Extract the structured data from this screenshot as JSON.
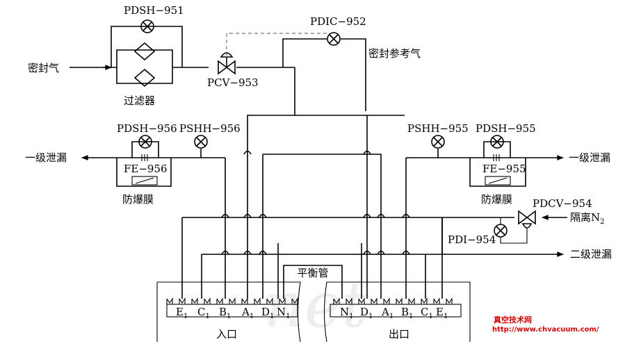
{
  "labels": {
    "pdsh951": "PDSH−951",
    "pdic952": "PDIC−952",
    "pcv953": "PCV−953",
    "seal_gas": "密封气",
    "filter": "过滤器",
    "seal_ref_gas": "密封参考气",
    "pdsh956": "PDSH−956",
    "pshh956": "PSHH−956",
    "pshh955": "PSHH−955",
    "pdsh955": "PDSH−955",
    "fe956": "FE−956",
    "fe955": "FE−955",
    "burst_left": "防爆膜",
    "burst_right": "防爆膜",
    "primary_leak_left": "一级泄漏",
    "primary_leak_right": "一级泄漏",
    "pdcv954": "PDCV−954",
    "isolation_n2": "隔离N",
    "isolation_n2_sub": "2",
    "pdi954": "PDI−954",
    "secondary_leak": "二级泄漏",
    "balance_pipe": "平衡管",
    "inlet": "入口",
    "outlet": "出口"
  },
  "ports_inlet": [
    {
      "main": "E",
      "sub": "1"
    },
    {
      "main": "C",
      "sub": "1"
    },
    {
      "main": "B",
      "sub": "1"
    },
    {
      "main": "A",
      "sub": "1"
    },
    {
      "main": "D",
      "sub": "1"
    },
    {
      "main": "N",
      "sub": "1"
    }
  ],
  "ports_outlet": [
    {
      "main": "N",
      "sub": "1"
    },
    {
      "main": "D",
      "sub": "1"
    },
    {
      "main": "A",
      "sub": "1"
    },
    {
      "main": "B",
      "sub": "1"
    },
    {
      "main": "C",
      "sub": "1"
    },
    {
      "main": "E",
      "sub": "1"
    }
  ],
  "watermark": {
    "site_name": "真空技术网",
    "site_url": "http://www.chvacuum.com/"
  }
}
